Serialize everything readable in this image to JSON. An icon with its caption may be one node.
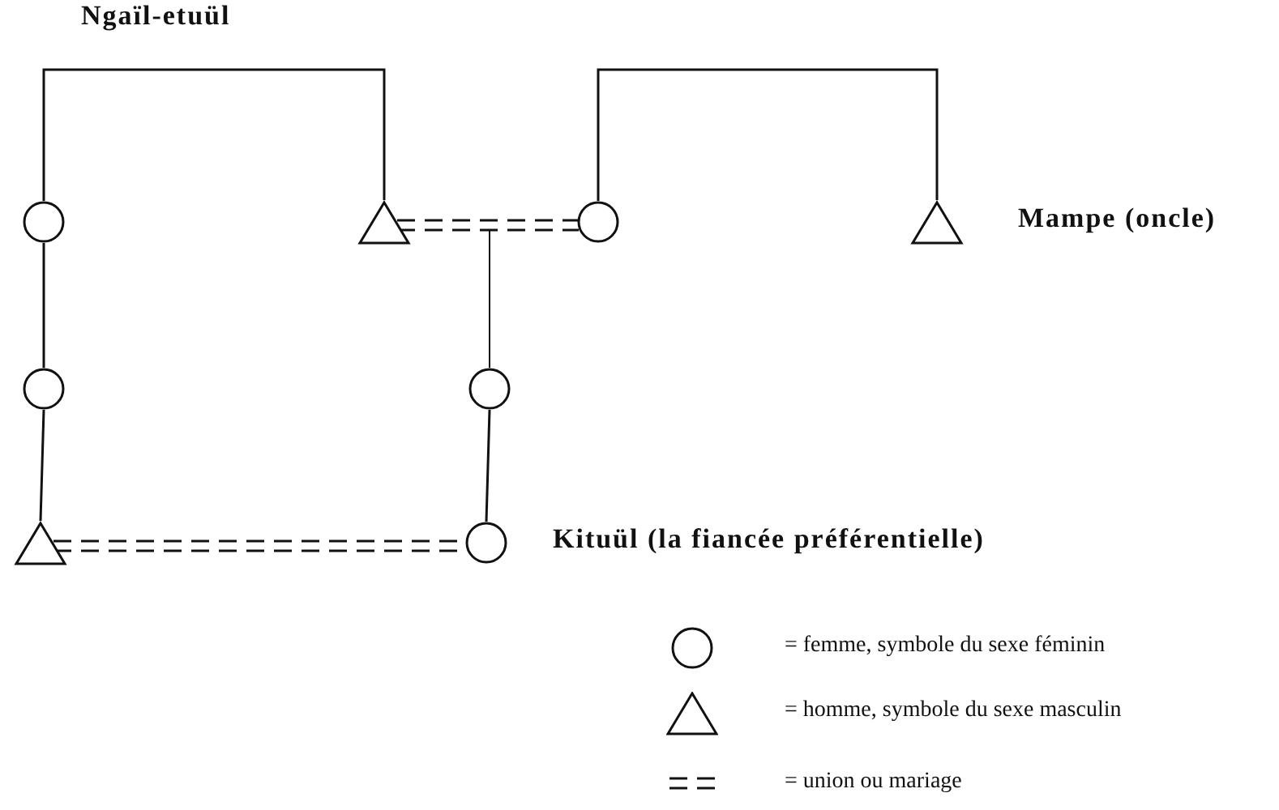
{
  "diagram": {
    "nodes": [
      {
        "text": [],
        "shape": "circle"
      },
      {
        "text": [],
        "shape": "triangle"
      },
      {
        "text": [],
        "shape": "circle"
      },
      {
        "text": [],
        "shape": "triangle",
        "beside": [
          "Mampe (oncle)"
        ]
      },
      {
        "text": [],
        "shape": "circle"
      },
      {
        "text": [],
        "shape": "circle"
      },
      {
        "text": [],
        "shape": "triangle"
      },
      {
        "text": [],
        "shape": "circle",
        "beside": [
          "Kituül (la fiancée préférentielle)"
        ]
      }
    ],
    "edges": [
      {
        "from": 0,
        "to": 1,
        "arrow": "none"
      },
      {
        "from": 2,
        "to": 3,
        "arrow": "none"
      },
      {
        "from": 1,
        "to": 2,
        "arrow": "none",
        "style": "dashed"
      },
      {
        "from": 1,
        "to": 5,
        "arrow": "none"
      },
      {
        "from": 2,
        "to": 5,
        "arrow": "none"
      },
      {
        "from": 0,
        "to": 4,
        "arrow": "none"
      },
      {
        "from": 4,
        "to": 6,
        "arrow": "none"
      },
      {
        "from": 5,
        "to": 7,
        "arrow": "none"
      },
      {
        "from": 6,
        "to": 7,
        "arrow": "none",
        "style": "dashed"
      }
    ],
    "labels": [
      "Ngaïl-etuül"
    ],
    "legend": [
      {
        "text": "= femme, symbole du sexe féminin"
      },
      {
        "text": "= homme, symbole du sexe masculin"
      },
      {
        "text": "= union ou mariage"
      }
    ]
  }
}
